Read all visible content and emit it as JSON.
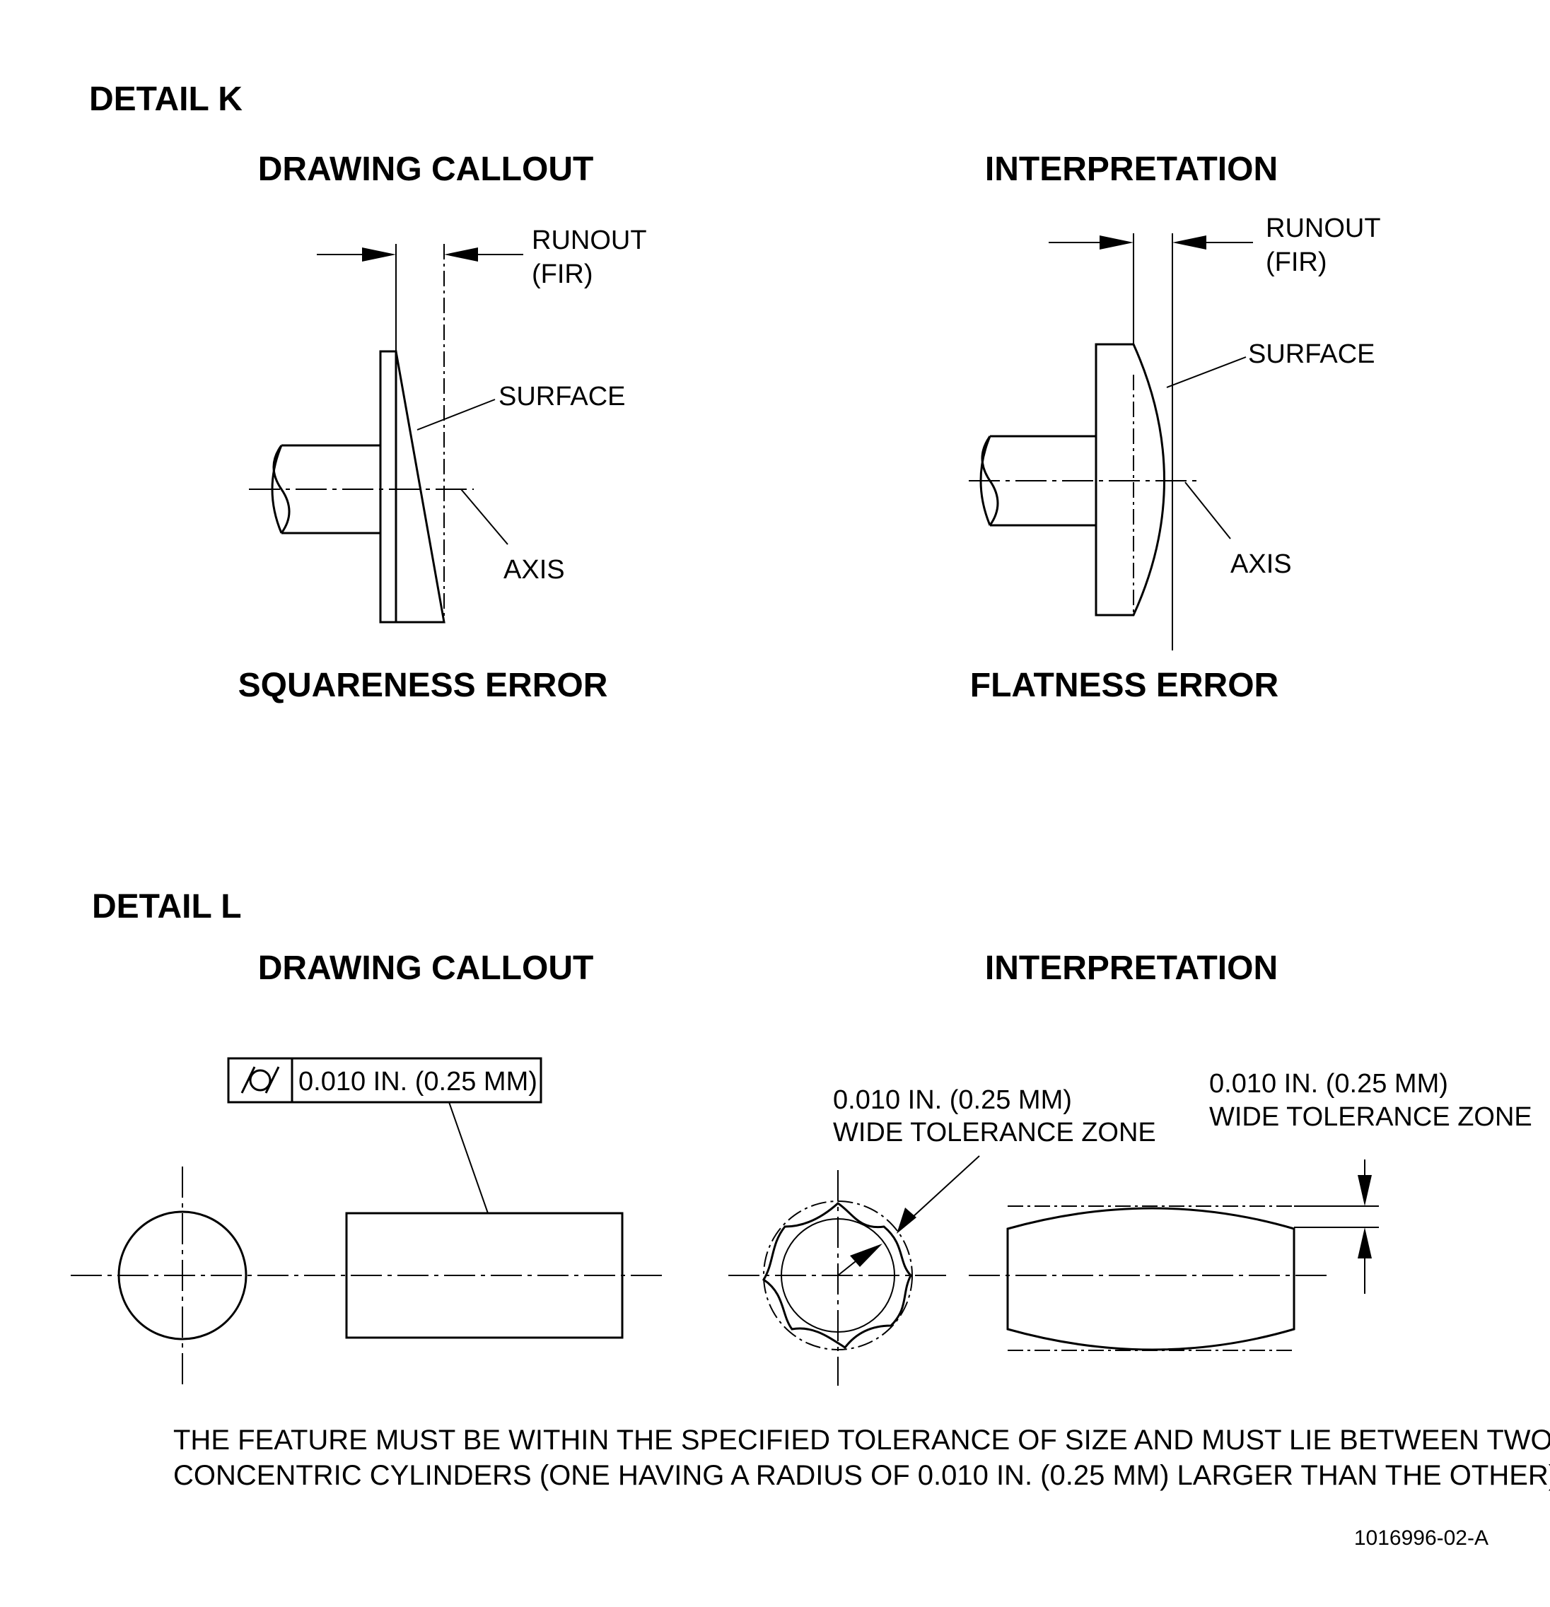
{
  "detail_k": {
    "title": "DETAIL K",
    "callout_heading": "DRAWING CALLOUT",
    "interp_heading": "INTERPRETATION",
    "runout_line1": "RUNOUT",
    "runout_line2": "(FIR)",
    "surface_label": "SURFACE",
    "axis_label": "AXIS",
    "callout_caption": "SQUARENESS ERROR",
    "interp_caption": "FLATNESS ERROR"
  },
  "detail_l": {
    "title": "DETAIL L",
    "callout_heading": "DRAWING CALLOUT",
    "interp_heading": "INTERPRETATION",
    "frame_symbol": "cylindricity",
    "frame_value": "0.010 IN. (0.25 MM)",
    "zone_line1": "0.010 IN. (0.25 MM)",
    "zone_line2": "WIDE TOLERANCE ZONE",
    "note_line1": "THE FEATURE MUST BE WITHIN THE SPECIFIED TOLERANCE OF SIZE AND MUST LIE BETWEEN TWO",
    "note_line2": "CONCENTRIC CYLINDERS (ONE HAVING A RADIUS OF 0.010 IN. (0.25 MM) LARGER THAN THE OTHER)."
  },
  "figure_number": "1016996-02-A"
}
